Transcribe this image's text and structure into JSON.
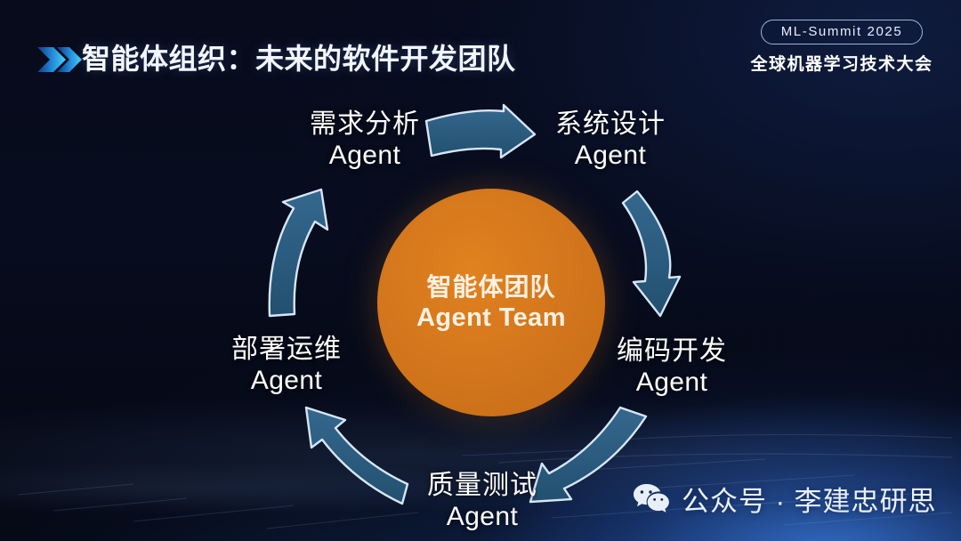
{
  "header": {
    "bullet_icon": "double-chevron-icon",
    "title": "智能体组织：未来的软件开发团队"
  },
  "logo": {
    "badge_text": "ML-Summit 2025",
    "subtitle": "全球机器学习技术大会"
  },
  "diagram": {
    "center": {
      "label_cn": "智能体团队",
      "label_en": "Agent Team",
      "fill_color": "#d4761c"
    },
    "arrow_color": "#2d5d80",
    "arrow_outline_color": "#cfe0f2",
    "nodes": [
      {
        "id": "requirements",
        "cn": "需求分析",
        "en": "Agent"
      },
      {
        "id": "design",
        "cn": "系统设计",
        "en": "Agent"
      },
      {
        "id": "coding",
        "cn": "编码开发",
        "en": "Agent"
      },
      {
        "id": "testing",
        "cn": "质量测试",
        "en": "Agent"
      },
      {
        "id": "operations",
        "cn": "部署运维",
        "en": "Agent"
      }
    ]
  },
  "watermark": {
    "icon": "wechat-icon",
    "text": "公众号 · 李建忠研思"
  }
}
